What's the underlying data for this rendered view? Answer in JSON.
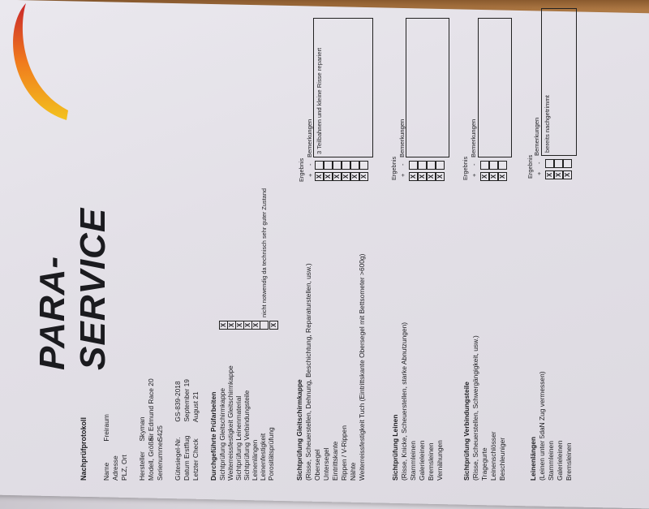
{
  "logo": {
    "text": "PARA-SERVICE"
  },
  "doc": {
    "title": "Nachprüfprotokoll",
    "customer": {
      "name_label": "Name",
      "name_value": "Freiraum",
      "address_label": "Adresse",
      "address_value": "",
      "plz_label": "PLZ, Ort",
      "plz_value": ""
    },
    "glider": {
      "manufacturer_label": "Hersteller",
      "manufacturer_value": "Skyman",
      "model_label": "Modell, Größe",
      "model_value": "Sir Edmund Race 20",
      "serial_label": "Serienummer",
      "serial_value": "S425"
    },
    "certification": {
      "seal_label": "Gütesiegel-Nr.",
      "seal_value": "GS-839-2018",
      "first_flight_label": "Datum Erstflug",
      "first_flight_value": "September 19",
      "last_check_label": "Letzter Check",
      "last_check_value": "August 21"
    },
    "tests": {
      "heading": "Durchgeführte Prüfarbeiten",
      "items": [
        "Sichtprüfung Gleitschirmkappe",
        "Weiterreissfestigkeit Gleitschirmkappe",
        "Sichtprüfung Leinenmaterial",
        "Sichtprüfung Verbindungsteile",
        "Leinenlängen",
        "Leinenfestigkeit",
        "Porositätsprüfung"
      ],
      "note": "nicht notwendig da technisch sehr guter Zustand",
      "mark": "X"
    },
    "canopy": {
      "heading": "Sichtprüfung Gleitschirmkappe",
      "subheading": "(Risse, Scheuerstellen, Dehnung, Beschichtung, Reparaturstellen, usw.)",
      "items": [
        "Obersegel",
        "Untersegel",
        "Eintrittskante",
        "Rippen / V-Rippen",
        "Nähte",
        "Weiterreissfestigkeit Tuch (Eintrittskante Obersegel mit Bettsometer >600g)"
      ],
      "result_label": "Ergebnis",
      "plus": "+",
      "minus": "-",
      "remarks_label": "Bemerkungen",
      "remarks_text": "3 Teilbahnen und kleine Risse repariert"
    },
    "lines": {
      "heading": "Sichtprüfung Leinen",
      "subheading": "(Risse, Knicke, Scheuerstellen, starke Abnutzungen)",
      "items": [
        "Stammleinen",
        "Galerieleinen",
        "Bremsleinen",
        "Vernähungen"
      ],
      "result_label": "Ergebnis",
      "plus": "+",
      "minus": "-",
      "remarks_label": "Bemerkungen",
      "remarks_text": ""
    },
    "connectors": {
      "heading": "Sichtprüfung Verbindungsteile",
      "subheading": "(Risse, Scheuerstellen, Schwergängigkeit, usw.)",
      "items": [
        "Tragegurte",
        "Leinenschlösser",
        "Beschleuniger"
      ],
      "result_label": "Ergebnis",
      "plus": "+",
      "minus": "-",
      "remarks_label": "Bemerkungen",
      "remarks_text": ""
    },
    "line_lengths": {
      "heading": "Leinenlängen",
      "subheading": "(Leinen unter 5daN Zug vermessen)",
      "items": [
        "Stammleinen",
        "Galerieleinen",
        "Bremsleinen"
      ],
      "result_label": "Ergebnis",
      "plus": "+",
      "minus": "-",
      "remarks_label": "Bemerkungen",
      "remarks_text": "bereits nachgetrimmt"
    }
  }
}
